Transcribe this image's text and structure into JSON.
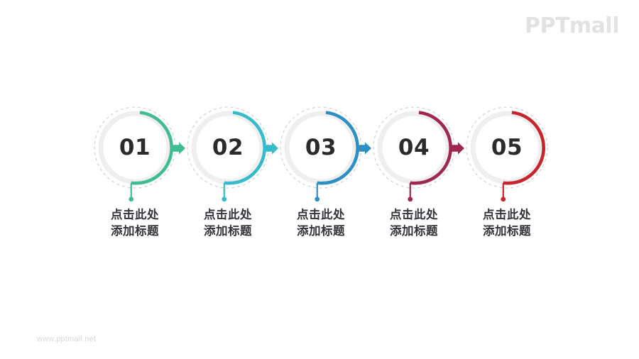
{
  "brand": {
    "logo_text": "PPTmall",
    "logo_color": "#e2e2e2",
    "footer_url": "www.pptmall.net",
    "footer_color": "#d9d9d9"
  },
  "diagram": {
    "type": "process-steps",
    "background": "#ffffff",
    "inner_ring_color": "#efefef",
    "dashed_ring_color": "#c9c9c9",
    "number_color": "#2b2b2e",
    "label_color": "#33343a",
    "steps": [
      {
        "number": "01",
        "label_line1": "点击此处",
        "label_line2": "添加标题",
        "accent": "#3fbc93",
        "has_arrow": true
      },
      {
        "number": "02",
        "label_line1": "点击此处",
        "label_line2": "添加标题",
        "accent": "#35bccc",
        "has_arrow": true
      },
      {
        "number": "03",
        "label_line1": "点击此处",
        "label_line2": "添加标题",
        "accent": "#2e8fc4",
        "has_arrow": true
      },
      {
        "number": "04",
        "label_line1": "点击此处",
        "label_line2": "添加标题",
        "accent": "#9e2850",
        "has_arrow": true
      },
      {
        "number": "05",
        "label_line1": "点击此处",
        "label_line2": "添加标题",
        "accent": "#c8252c",
        "has_arrow": false
      }
    ]
  }
}
